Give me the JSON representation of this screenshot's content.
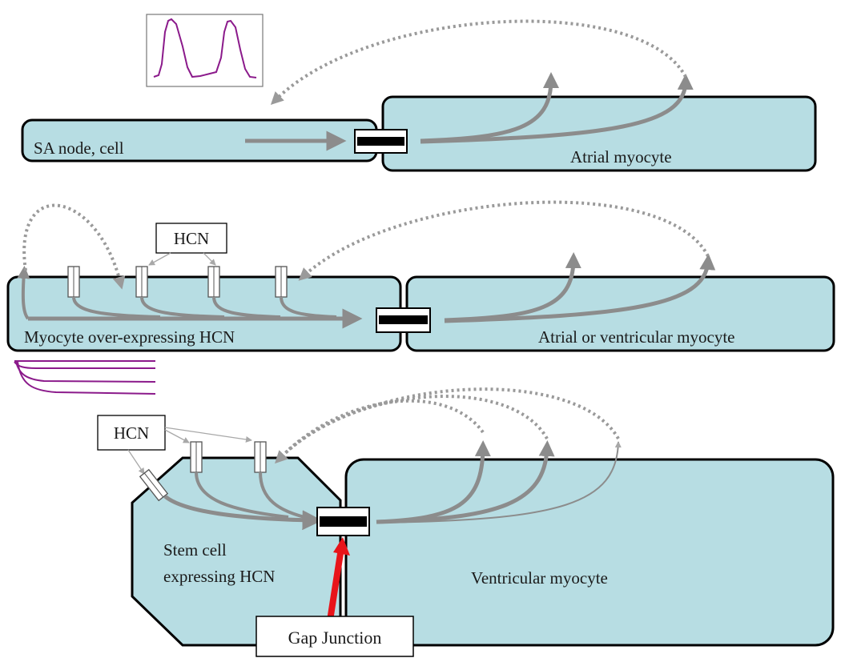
{
  "labels": {
    "sa_node": "SA node, cell",
    "atrial_myocyte": "Atrial myocyte",
    "myocyte_over_expressing": "Myocyte over-expressing HCN",
    "atrial_or_ventricular": "Atrial or ventricular myocyte",
    "stem_cell_line1": "Stem cell",
    "stem_cell_line2": "expressing HCN",
    "ventricular_myocyte": "Ventricular myocyte",
    "hcn_panel2": "HCN",
    "hcn_panel3": "HCN",
    "gap_junction": "Gap Junction"
  },
  "colors": {
    "cell_fill": "#b7dde3",
    "outline": "#000000",
    "arrow": "#8c8c8c",
    "trace": "#8b1a8b",
    "gap_junction_pointer": "#e8141a"
  },
  "icons": {
    "action_potential_trace": "action-potential-trace-icon",
    "current_trace": "hcn-current-trace-icon"
  }
}
